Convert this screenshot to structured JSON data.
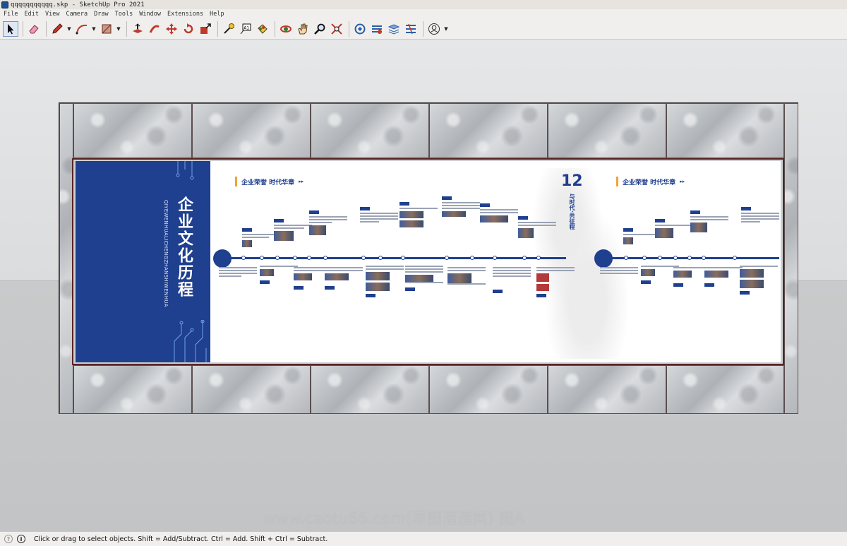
{
  "window": {
    "title": "qqqqqqqqqqq.skp - SketchUp Pro 2021"
  },
  "menu": [
    "File",
    "Edit",
    "View",
    "Camera",
    "Draw",
    "Tools",
    "Window",
    "Extensions",
    "Help"
  ],
  "toolbar": {
    "tools": [
      {
        "name": "select-tool",
        "icon": "arrow-cursor-icon",
        "active": true
      },
      {
        "name": "eraser-tool",
        "icon": "eraser-icon"
      },
      {
        "name": "line-tool",
        "icon": "pencil-icon"
      },
      {
        "name": "arc-tool",
        "icon": "arc-icon"
      },
      {
        "name": "rectangle-tool",
        "icon": "rectangle-icon"
      },
      {
        "name": "push-pull-tool",
        "icon": "push-pull-icon"
      },
      {
        "name": "follow-me-tool",
        "icon": "follow-me-icon"
      },
      {
        "name": "move-tool",
        "icon": "move-icon"
      },
      {
        "name": "rotate-tool",
        "icon": "rotate-icon"
      },
      {
        "name": "scale-tool",
        "icon": "scale-icon"
      },
      {
        "name": "tape-measure-tool",
        "icon": "tape-icon"
      },
      {
        "name": "text-tool",
        "icon": "text-icon"
      },
      {
        "name": "paint-bucket-tool",
        "icon": "paint-bucket-icon"
      },
      {
        "name": "orbit-tool",
        "icon": "orbit-icon"
      },
      {
        "name": "pan-tool",
        "icon": "hand-icon"
      },
      {
        "name": "zoom-tool",
        "icon": "magnifier-icon"
      },
      {
        "name": "zoom-extents-tool",
        "icon": "zoom-extents-icon"
      },
      {
        "name": "3d-warehouse",
        "icon": "warehouse-icon"
      },
      {
        "name": "extension-warehouse",
        "icon": "extension-icon"
      },
      {
        "name": "layout-send",
        "icon": "layout-icon"
      },
      {
        "name": "extension-manager",
        "icon": "ext-manager-icon"
      },
      {
        "name": "account",
        "icon": "user-icon"
      }
    ]
  },
  "model": {
    "panel_title": "企业文化历程",
    "panel_pinyin": "QIYEWENHUALICHENGZHANSHIWENHUA",
    "section_title_1": "企业荣誉  时代华章",
    "section_title_2": "企业荣誉  时代华章",
    "anniversary": "12",
    "anniversary_sub": "与时代·共征程"
  },
  "watermark": "www.caotu66.com(草图溜溜网) 图A",
  "status": {
    "message": "Click or drag to select objects. Shift = Add/Subtract. Ctrl = Add. Shift + Ctrl = Subtract."
  },
  "colors": {
    "accent": "#1f3f8f",
    "orange": "#f0a238"
  }
}
